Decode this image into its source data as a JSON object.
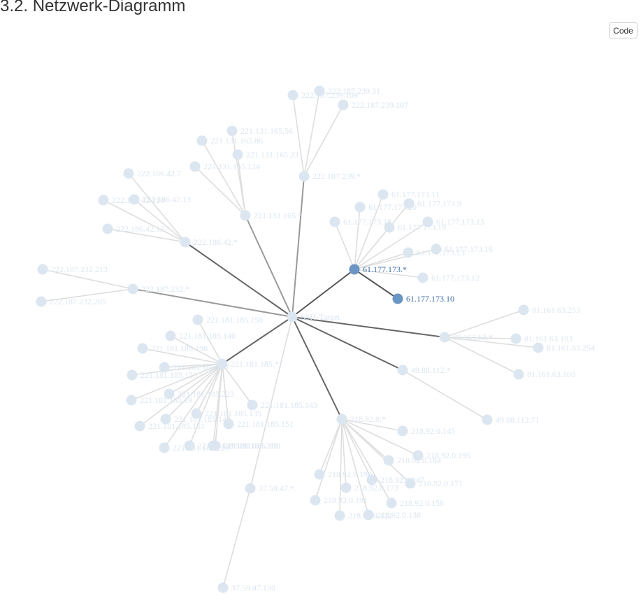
{
  "page": {
    "title": "3.2. Netzwerk-Diagramm",
    "code_button_label": "Code"
  },
  "colors": {
    "node_default": "#dbe6f1",
    "node_highlight": "#6b95c2",
    "label_default": "#dbe6f1",
    "label_highlight": "#3d6fa6",
    "edge_default": "#dedede",
    "edge_trunk": "#999999",
    "edge_dark": "#666666",
    "edge_highlight": "#555555"
  },
  "network": {
    "root": "SSH-Target",
    "nodes": [
      {
        "id": "root",
        "label": "SSH-Target",
        "kind": "root"
      },
      {
        "id": "g239",
        "label": "222.187.239.*",
        "kind": "group"
      },
      {
        "id": "n239_31",
        "label": "222.187.239.31",
        "kind": "leaf"
      },
      {
        "id": "n239_109",
        "label": "222.187.239.109",
        "kind": "leaf"
      },
      {
        "id": "n239_107",
        "label": "222.187.239.107",
        "kind": "leaf"
      },
      {
        "id": "g131",
        "label": "221.131.165.*",
        "kind": "group"
      },
      {
        "id": "n131_56",
        "label": "221.131.165.56",
        "kind": "leaf"
      },
      {
        "id": "n131_86",
        "label": "221.131.165.86",
        "kind": "leaf"
      },
      {
        "id": "n131_23",
        "label": "221.131.165.23",
        "kind": "leaf"
      },
      {
        "id": "n131_124",
        "label": "221.131.165.124",
        "kind": "leaf"
      },
      {
        "id": "g186",
        "label": "222.186.42.*",
        "kind": "group"
      },
      {
        "id": "n186_7",
        "label": "222.186.42.7",
        "kind": "leaf"
      },
      {
        "id": "n186_13",
        "label": "222.186.42.13",
        "kind": "leaf"
      },
      {
        "id": "n186_210",
        "label": "222.186.42.210",
        "kind": "leaf"
      },
      {
        "id": "n186_137",
        "label": "222.186.42.137",
        "kind": "leaf"
      },
      {
        "id": "g232",
        "label": "222.187.232.*",
        "kind": "group"
      },
      {
        "id": "n232_213",
        "label": "222.187.232.213",
        "kind": "leaf"
      },
      {
        "id": "n232_205",
        "label": "222.187.232.205",
        "kind": "leaf"
      },
      {
        "id": "g177",
        "label": "61.177.173.*",
        "kind": "group",
        "highlight": true
      },
      {
        "id": "n177_11",
        "label": "61.177.173.11",
        "kind": "leaf"
      },
      {
        "id": "n177_20",
        "label": "61.177.173.20",
        "kind": "leaf"
      },
      {
        "id": "n177_9",
        "label": "61.177.173.9",
        "kind": "leaf"
      },
      {
        "id": "n177_18",
        "label": "61.177.173.18",
        "kind": "leaf"
      },
      {
        "id": "n177_19",
        "label": "61.177.173.19",
        "kind": "leaf"
      },
      {
        "id": "n177_15",
        "label": "61.177.173.15",
        "kind": "leaf"
      },
      {
        "id": "n177_16",
        "label": "61.177.173.16",
        "kind": "leaf"
      },
      {
        "id": "n177_13",
        "label": "61.177.173.13",
        "kind": "leaf"
      },
      {
        "id": "n177_12",
        "label": "61.177.173.12",
        "kind": "leaf"
      },
      {
        "id": "n177_10",
        "label": "61.177.173.10",
        "kind": "leaf",
        "highlight": true
      },
      {
        "id": "g81",
        "label": "81.161.63.*",
        "kind": "group"
      },
      {
        "id": "n81_253",
        "label": "81.161.63.253",
        "kind": "leaf"
      },
      {
        "id": "n81_103",
        "label": "81.161.63.103",
        "kind": "leaf"
      },
      {
        "id": "n81_254",
        "label": "81.161.63.254",
        "kind": "leaf"
      },
      {
        "id": "n81_100",
        "label": "81.161.63.100",
        "kind": "leaf"
      },
      {
        "id": "g49",
        "label": "49.88.112.*",
        "kind": "group"
      },
      {
        "id": "n49_71",
        "label": "49.88.112.71",
        "kind": "leaf"
      },
      {
        "id": "g218",
        "label": "218.92.0.*",
        "kind": "group"
      },
      {
        "id": "n218_145",
        "label": "218.92.0.145",
        "kind": "leaf"
      },
      {
        "id": "n218_195",
        "label": "218.92.0.195",
        "kind": "leaf"
      },
      {
        "id": "n218_184",
        "label": "218.92.0.184",
        "kind": "leaf"
      },
      {
        "id": "n218_190",
        "label": "218.92.0.190",
        "kind": "leaf"
      },
      {
        "id": "n218_247",
        "label": "218.92.0.247",
        "kind": "leaf"
      },
      {
        "id": "n218_171",
        "label": "218.92.0.171",
        "kind": "leaf"
      },
      {
        "id": "n218_173",
        "label": "218.92.0.173",
        "kind": "leaf"
      },
      {
        "id": "n218_191",
        "label": "218.92.0.191",
        "kind": "leaf"
      },
      {
        "id": "n218_158",
        "label": "218.92.0.158",
        "kind": "leaf"
      },
      {
        "id": "n218_138",
        "label": "218.92.0.138",
        "kind": "leaf"
      },
      {
        "id": "n218_x",
        "label": "218.92.0.122",
        "kind": "leaf"
      },
      {
        "id": "g37",
        "label": "37.59.47.*",
        "kind": "group"
      },
      {
        "id": "n37_150",
        "label": "37.59.47.150",
        "kind": "leaf"
      },
      {
        "id": "g181",
        "label": "221.181.185.*",
        "kind": "group"
      },
      {
        "id": "n181_150",
        "label": "221.181.185.150",
        "kind": "leaf"
      },
      {
        "id": "n181_140",
        "label": "221.181.185.140",
        "kind": "leaf"
      },
      {
        "id": "n181_198",
        "label": "221.181.185.198",
        "kind": "leaf"
      },
      {
        "id": "n181_137",
        "label": "221.181.185.137",
        "kind": "leaf"
      },
      {
        "id": "n181_153",
        "label": "221.181.185.153",
        "kind": "leaf"
      },
      {
        "id": "n181_223",
        "label": "221.181.185.223",
        "kind": "leaf"
      },
      {
        "id": "n181_151b",
        "label": "221.181.185.151",
        "kind": "leaf"
      },
      {
        "id": "n181_143",
        "label": "221.181.185.143",
        "kind": "leaf"
      },
      {
        "id": "n181_135",
        "label": "221.181.185.135",
        "kind": "leaf"
      },
      {
        "id": "n181_19",
        "label": "221.181.185.19",
        "kind": "leaf"
      },
      {
        "id": "n181_148",
        "label": "221.181.185.148",
        "kind": "leaf"
      },
      {
        "id": "n181_151",
        "label": "221.181.185.151",
        "kind": "leaf"
      },
      {
        "id": "n181_220",
        "label": "221.181.185.220",
        "kind": "leaf"
      },
      {
        "id": "n181_221",
        "label": "221.181.185.221",
        "kind": "leaf"
      },
      {
        "id": "n181_218",
        "label": "221.181.185.218",
        "kind": "leaf"
      },
      {
        "id": "n181_159",
        "label": "221.181.185.159",
        "kind": "leaf"
      }
    ],
    "links": [
      {
        "source": "root",
        "target": "g239",
        "style": "trunk"
      },
      {
        "source": "root",
        "target": "g131",
        "style": "trunk"
      },
      {
        "source": "root",
        "target": "g186",
        "style": "dark"
      },
      {
        "source": "root",
        "target": "g232",
        "style": "trunk"
      },
      {
        "source": "root",
        "target": "g177",
        "style": "highlight"
      },
      {
        "source": "root",
        "target": "g81",
        "style": "dark"
      },
      {
        "source": "root",
        "target": "g49",
        "style": "dark"
      },
      {
        "source": "root",
        "target": "g218",
        "style": "dark"
      },
      {
        "source": "root",
        "target": "g37",
        "style": "default"
      },
      {
        "source": "root",
        "target": "g181",
        "style": "dark"
      },
      {
        "source": "g239",
        "target": "n239_31"
      },
      {
        "source": "g239",
        "target": "n239_109"
      },
      {
        "source": "g239",
        "target": "n239_107"
      },
      {
        "source": "g131",
        "target": "n131_56"
      },
      {
        "source": "g131",
        "target": "n131_86"
      },
      {
        "source": "g131",
        "target": "n131_23"
      },
      {
        "source": "g131",
        "target": "n131_124"
      },
      {
        "source": "g186",
        "target": "n186_7"
      },
      {
        "source": "g186",
        "target": "n186_13"
      },
      {
        "source": "g186",
        "target": "n186_210"
      },
      {
        "source": "g186",
        "target": "n186_137"
      },
      {
        "source": "g232",
        "target": "n232_213"
      },
      {
        "source": "g232",
        "target": "n232_205"
      },
      {
        "source": "g177",
        "target": "n177_11"
      },
      {
        "source": "g177",
        "target": "n177_20"
      },
      {
        "source": "g177",
        "target": "n177_9"
      },
      {
        "source": "g177",
        "target": "n177_18"
      },
      {
        "source": "g177",
        "target": "n177_19"
      },
      {
        "source": "g177",
        "target": "n177_15"
      },
      {
        "source": "g177",
        "target": "n177_16"
      },
      {
        "source": "g177",
        "target": "n177_13"
      },
      {
        "source": "g177",
        "target": "n177_12"
      },
      {
        "source": "g177",
        "target": "n177_10",
        "style": "highlight"
      },
      {
        "source": "g81",
        "target": "n81_253"
      },
      {
        "source": "g81",
        "target": "n81_103"
      },
      {
        "source": "g81",
        "target": "n81_254"
      },
      {
        "source": "g81",
        "target": "n81_100"
      },
      {
        "source": "g49",
        "target": "n49_71"
      },
      {
        "source": "g218",
        "target": "n218_145"
      },
      {
        "source": "g218",
        "target": "n218_195"
      },
      {
        "source": "g218",
        "target": "n218_184"
      },
      {
        "source": "g218",
        "target": "n218_190"
      },
      {
        "source": "g218",
        "target": "n218_247"
      },
      {
        "source": "g218",
        "target": "n218_171"
      },
      {
        "source": "g218",
        "target": "n218_173"
      },
      {
        "source": "g218",
        "target": "n218_191"
      },
      {
        "source": "g218",
        "target": "n218_158"
      },
      {
        "source": "g218",
        "target": "n218_138"
      },
      {
        "source": "g218",
        "target": "n218_x"
      },
      {
        "source": "g37",
        "target": "n37_150"
      },
      {
        "source": "g181",
        "target": "n181_150"
      },
      {
        "source": "g181",
        "target": "n181_140"
      },
      {
        "source": "g181",
        "target": "n181_198"
      },
      {
        "source": "g181",
        "target": "n181_137"
      },
      {
        "source": "g181",
        "target": "n181_153"
      },
      {
        "source": "g181",
        "target": "n181_223"
      },
      {
        "source": "g181",
        "target": "n181_151b"
      },
      {
        "source": "g181",
        "target": "n181_143"
      },
      {
        "source": "g181",
        "target": "n181_135"
      },
      {
        "source": "g181",
        "target": "n181_19"
      },
      {
        "source": "g181",
        "target": "n181_148"
      },
      {
        "source": "g181",
        "target": "n181_151"
      },
      {
        "source": "g181",
        "target": "n181_220"
      },
      {
        "source": "g181",
        "target": "n181_221"
      },
      {
        "source": "g181",
        "target": "n181_218"
      },
      {
        "source": "g181",
        "target": "n181_159"
      }
    ]
  }
}
